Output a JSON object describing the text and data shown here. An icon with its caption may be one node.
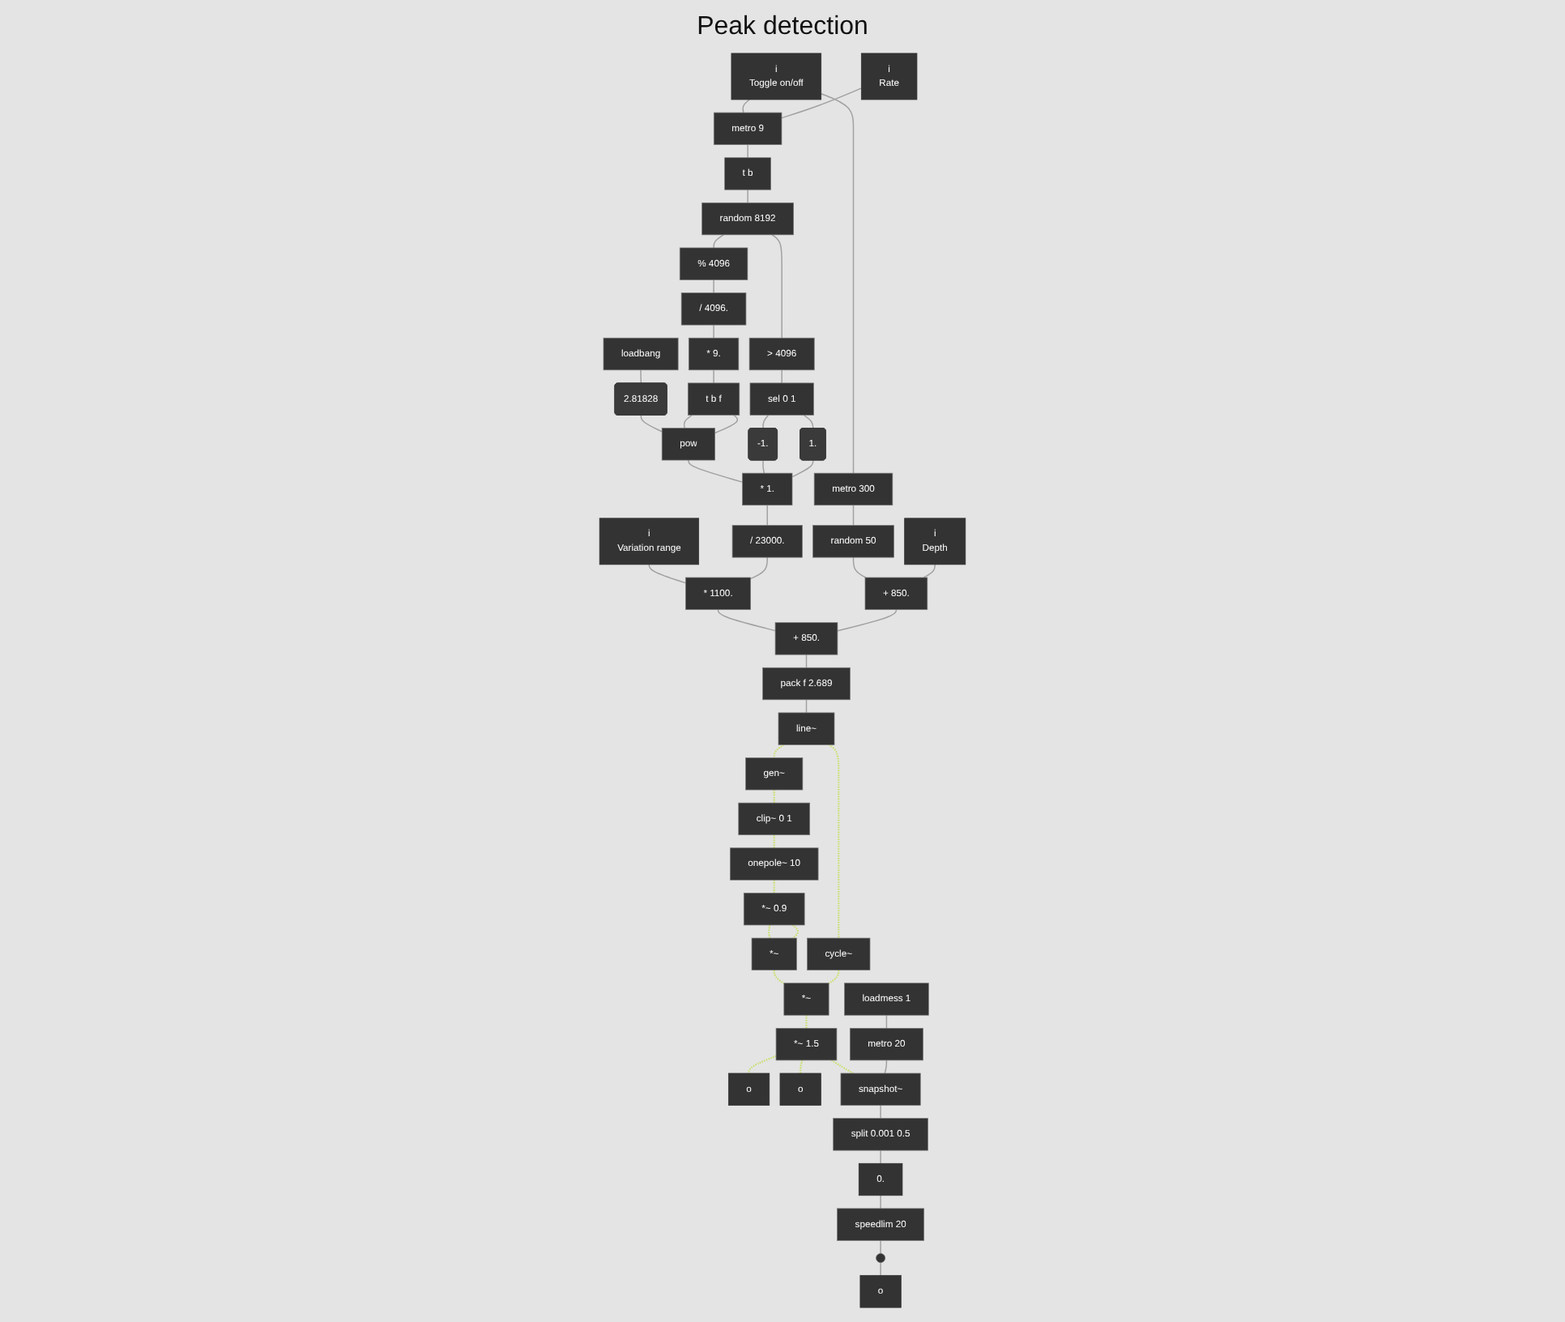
{
  "diagram": {
    "nodes": [
      {
        "text": [
          "i",
          "Toggle on/off"
        ]
      },
      {
        "text": [
          "i",
          "Rate"
        ]
      },
      {
        "text": [
          "i",
          "Depth"
        ]
      },
      {
        "text": [
          "i",
          "Variation range"
        ]
      },
      {
        "text": [
          "metro 9"
        ]
      },
      {
        "text": [
          "t b"
        ]
      },
      {
        "text": [
          "random 8192"
        ]
      },
      {
        "text": [
          "loadbang"
        ]
      },
      {
        "text": [
          "% 4096"
        ]
      },
      {
        "text": [
          "> 4096"
        ]
      },
      {
        "text": [
          "2.81828"
        ]
      },
      {
        "text": [
          "/ 4096."
        ]
      },
      {
        "text": [
          "sel 0 1"
        ]
      },
      {
        "text": [
          "t b f"
        ]
      },
      {
        "text": [
          "* 9."
        ]
      },
      {
        "text": [
          "-1."
        ]
      },
      {
        "text": [
          "1."
        ]
      },
      {
        "text": [
          "pow"
        ]
      },
      {
        "text": [
          "* 1."
        ]
      },
      {
        "text": [
          "metro 300"
        ]
      },
      {
        "text": [
          "/ 23000."
        ]
      },
      {
        "text": [
          "random 50"
        ]
      },
      {
        "text": [
          "* 1100."
        ]
      },
      {
        "text": [
          "+ 850."
        ]
      },
      {
        "text": [
          "+ 850."
        ]
      },
      {
        "text": [
          "pack f 2.689"
        ]
      },
      {
        "text": [
          "line~"
        ]
      },
      {
        "text": [
          "gen~"
        ]
      },
      {
        "text": [
          "clip~ 0 1"
        ]
      },
      {
        "text": [
          "onepole~ 10"
        ]
      },
      {
        "text": [
          "*~ 0.9"
        ]
      },
      {
        "text": [
          "*~"
        ]
      },
      {
        "text": [
          "cycle~"
        ]
      },
      {
        "text": [
          "*~"
        ]
      },
      {
        "text": [
          "*~ 1.5"
        ]
      },
      {
        "text": [
          "o"
        ]
      },
      {
        "text": [
          "o"
        ]
      },
      {
        "text": [
          "loadmess 1"
        ]
      },
      {
        "text": [
          "metro 20"
        ]
      },
      {
        "text": [
          "snapshot~"
        ]
      },
      {
        "text": [
          "split 0.001 0.5"
        ]
      },
      {
        "text": [
          "0."
        ]
      },
      {
        "text": [
          "speedlim 20"
        ]
      },
      {
        "text": [],
        "shape": "circle"
      },
      {
        "text": [
          "o"
        ]
      }
    ],
    "edges": [
      {
        "from": 0,
        "to": 4,
        "arrow": "none"
      },
      {
        "from": 0,
        "to": 19,
        "arrow": "none"
      },
      {
        "from": 1,
        "to": 4,
        "arrow": "none"
      },
      {
        "from": 4,
        "to": 5,
        "arrow": "none"
      },
      {
        "from": 5,
        "to": 6,
        "arrow": "none"
      },
      {
        "from": 6,
        "to": 8,
        "arrow": "none"
      },
      {
        "from": 6,
        "to": 9,
        "arrow": "none"
      },
      {
        "from": 7,
        "to": 10,
        "arrow": "none"
      },
      {
        "from": 8,
        "to": 11,
        "arrow": "none"
      },
      {
        "from": 9,
        "to": 12,
        "arrow": "none"
      },
      {
        "from": 11,
        "to": 14,
        "arrow": "none"
      },
      {
        "from": 14,
        "to": 13,
        "arrow": "none"
      },
      {
        "from": 12,
        "to": 15,
        "arrow": "none"
      },
      {
        "from": 12,
        "to": 16,
        "arrow": "none"
      },
      {
        "from": 10,
        "to": 17,
        "arrow": "none"
      },
      {
        "from": 13,
        "to": 17,
        "arrow": "none"
      },
      {
        "from": 13,
        "to": 17,
        "arrow": "none"
      },
      {
        "from": 17,
        "to": 18,
        "arrow": "none"
      },
      {
        "from": 15,
        "to": 18,
        "arrow": "none"
      },
      {
        "from": 16,
        "to": 18,
        "arrow": "none"
      },
      {
        "from": 3,
        "to": 22,
        "arrow": "none"
      },
      {
        "from": 18,
        "to": 20,
        "arrow": "none"
      },
      {
        "from": 20,
        "to": 22,
        "arrow": "none"
      },
      {
        "from": 19,
        "to": 21,
        "arrow": "none"
      },
      {
        "from": 21,
        "to": 23,
        "arrow": "none"
      },
      {
        "from": 2,
        "to": 23,
        "arrow": "none"
      },
      {
        "from": 22,
        "to": 24,
        "arrow": "none"
      },
      {
        "from": 23,
        "to": 24,
        "arrow": "none"
      },
      {
        "from": 24,
        "to": 25,
        "arrow": "none"
      },
      {
        "from": 25,
        "to": 26,
        "arrow": "none"
      },
      {
        "from": 26,
        "to": 27,
        "arrow": "none",
        "style": "dashed",
        "color": "#c5e063"
      },
      {
        "from": 26,
        "to": 32,
        "arrow": "none",
        "style": "dashed",
        "color": "#c5e063"
      },
      {
        "from": 27,
        "to": 28,
        "arrow": "none",
        "style": "dashed",
        "color": "#c5e063"
      },
      {
        "from": 28,
        "to": 29,
        "arrow": "none",
        "style": "dashed",
        "color": "#c5e063"
      },
      {
        "from": 29,
        "to": 30,
        "arrow": "none",
        "style": "dashed",
        "color": "#c5e063"
      },
      {
        "from": 30,
        "to": 31,
        "arrow": "none",
        "style": "dashed",
        "color": "#c5e063"
      },
      {
        "from": 30,
        "to": 31,
        "arrow": "none",
        "style": "dashed",
        "color": "#c5e063"
      },
      {
        "from": 31,
        "to": 33,
        "arrow": "none",
        "style": "dashed",
        "color": "#c5e063"
      },
      {
        "from": 32,
        "to": 33,
        "arrow": "none",
        "style": "dashed",
        "color": "#c5e063"
      },
      {
        "from": 33,
        "to": 34,
        "arrow": "none",
        "style": "dashed",
        "color": "#c5e063"
      },
      {
        "from": 34,
        "to": 35,
        "arrow": "none",
        "style": "dashed",
        "color": "#c5e063"
      },
      {
        "from": 34,
        "to": 36,
        "arrow": "none",
        "style": "dashed",
        "color": "#c5e063"
      },
      {
        "from": 34,
        "to": 39,
        "arrow": "none",
        "style": "dashed",
        "color": "#c5e063"
      },
      {
        "from": 37,
        "to": 38,
        "arrow": "none"
      },
      {
        "from": 38,
        "to": 39,
        "arrow": "none"
      },
      {
        "from": 39,
        "to": 40,
        "arrow": "none"
      },
      {
        "from": 40,
        "to": 41,
        "arrow": "none"
      },
      {
        "from": 41,
        "to": 42,
        "arrow": "none"
      },
      {
        "from": 42,
        "to": 43,
        "arrow": "none"
      },
      {
        "from": 43,
        "to": 44,
        "arrow": "none"
      }
    ],
    "labels": [
      "Peak detection"
    ]
  }
}
